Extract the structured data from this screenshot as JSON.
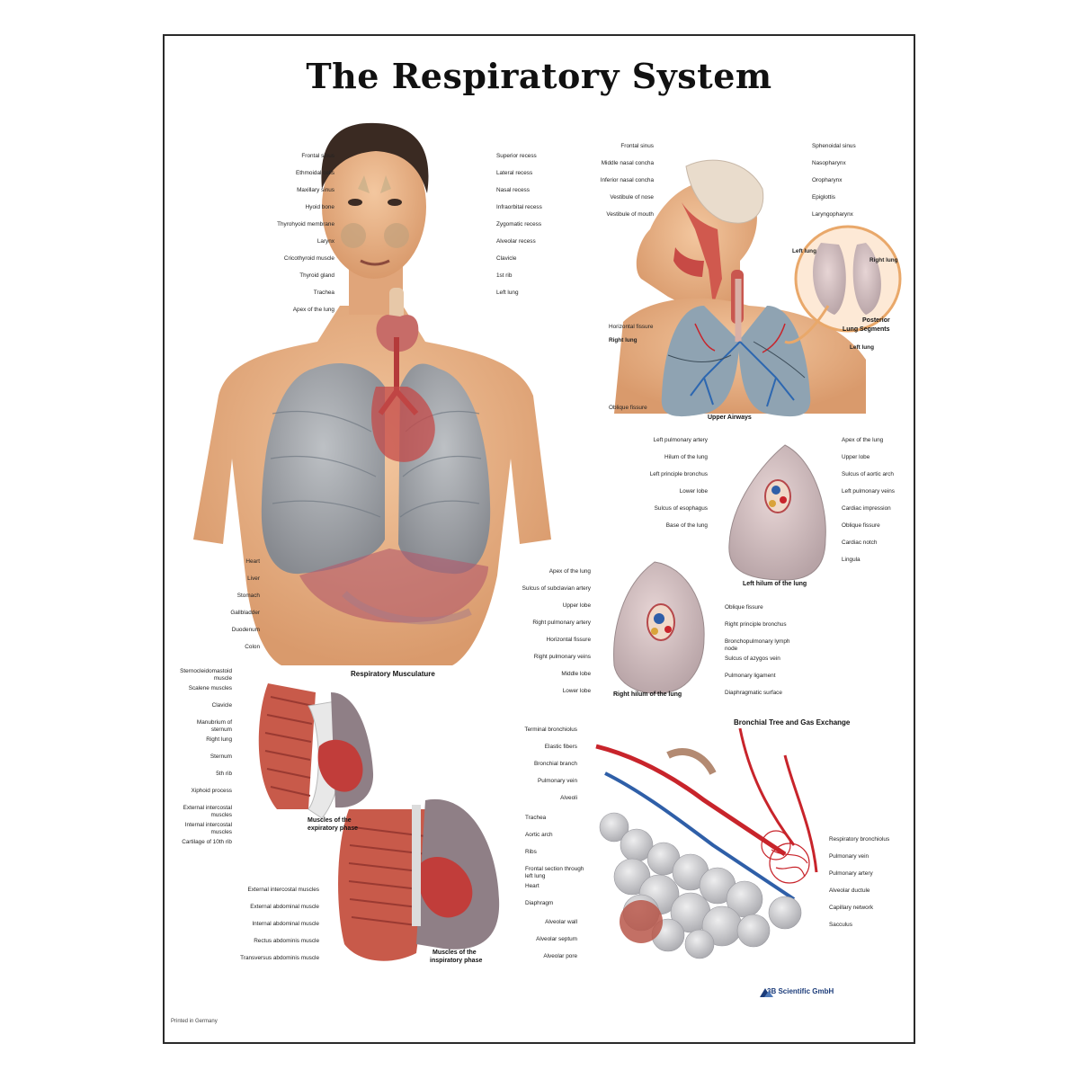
{
  "title": "The Respiratory System",
  "torso_labels_left": [
    "Frontal sinus",
    "Ethmoidal cells",
    "Maxillary sinus",
    "Hyoid bone",
    "Thyrohyoid membrane",
    "Larynx",
    "Cricothyroid muscle",
    "Thyroid gland",
    "Trachea",
    "Apex of the lung"
  ],
  "torso_labels_right": [
    "Superior recess",
    "Lateral recess",
    "Nasal recess",
    "Infraorbital recess",
    "Zygomatic recess",
    "Alveolar recess",
    "Clavicle",
    "1st rib",
    "Left lung"
  ],
  "abdomen_labels": [
    "Heart",
    "Liver",
    "Stomach",
    "Gallbladder",
    "Duodenum",
    "Colon"
  ],
  "airway_labels_left": [
    "Frontal sinus",
    "Middle nasal concha",
    "Inferior nasal concha",
    "Vestibule of nose",
    "Vestibule of mouth"
  ],
  "airway_labels_right": [
    "Sphenoidal sinus",
    "Nasopharynx",
    "Oropharynx",
    "Epiglottis",
    "Laryngopharynx"
  ],
  "upper_airways": {
    "caption": "Upper Airways",
    "horizontal_fissure": "Horizontal fissure",
    "oblique_fissure": "Oblique fissure",
    "right_lung": "Right lung",
    "left_lung": "Left lung"
  },
  "posterior": {
    "caption_line1": "Posterior",
    "caption_line2": "Lung Segments",
    "left_lung": "Left lung",
    "right_lung": "Right lung",
    "list_heading": "Left lung"
  },
  "left_hilum": {
    "caption": "Left hilum of the lung",
    "labels_left": [
      "Left pulmonary artery",
      "Hilum of the lung",
      "Left principle bronchus",
      "Lower lobe",
      "Sulcus of esophagus",
      "Base of the lung"
    ],
    "labels_right": [
      "Apex of the lung",
      "Upper lobe",
      "Sulcus of aortic arch",
      "Left pulmonary veins",
      "Cardiac impression",
      "Oblique fissure",
      "Cardiac notch",
      "Lingula"
    ]
  },
  "right_hilum": {
    "caption": "Right hilum of the lung",
    "labels_left": [
      "Apex of the lung",
      "Sulcus of subclavian artery",
      "Upper lobe",
      "Right pulmonary artery",
      "Horizontal fissure",
      "Right pulmonary veins",
      "Middle lobe",
      "Lower lobe"
    ],
    "labels_right": [
      "Oblique fissure",
      "Right principle bronchus",
      "Bronchopulmonary lymph",
      "node",
      "Sulcus of azygos vein",
      "Pulmonary ligament",
      "Diaphragmatic surface"
    ]
  },
  "musculature": {
    "heading": "Respiratory Musculature",
    "labels_left": [
      "Sternocleidomastoid",
      "muscle",
      "Scalene muscles",
      "Clavicle",
      "Manubrium of",
      "sternum",
      "Right lung",
      "Sternum",
      "5th rib",
      "Xiphoid process",
      "External intercostal",
      "muscles",
      "Internal intercostal",
      "muscles",
      "Cartilage of 10th rib"
    ],
    "expiratory_line1": "Muscles of the",
    "expiratory_line2": "expiratory phase",
    "inspiratory_line1": "Muscles of the",
    "inspiratory_line2": "inspiratory phase",
    "insp_labels_left": [
      "External intercostal muscles",
      "External abdominal muscle",
      "Internal abdominal muscle",
      "Rectus abdominis muscle",
      "Transversus abdominis muscle"
    ],
    "insp_labels_right": [
      "Trachea",
      "Aortic arch",
      "Ribs",
      "Frontal section through",
      "left lung",
      "Heart",
      "Diaphragm"
    ]
  },
  "bronchial": {
    "heading": "Bronchial Tree and Gas Exchange",
    "labels_left": [
      "Terminal bronchiolus",
      "Elastic fibers",
      "Bronchial branch",
      "Pulmonary vein",
      "Alveoli"
    ],
    "labels_right": [
      "Respiratory bronchiolus",
      "Pulmonary vein",
      "Pulmonary artery",
      "Alveolar ductule",
      "Capillary network",
      "Sacculus"
    ],
    "labels_bottom_left": [
      "Alveolar wall",
      "Alveolar septum",
      "Alveolar pore"
    ]
  },
  "footer": {
    "brand": "3B Scientific GmbH",
    "printed": "Printed in Germany"
  },
  "colors": {
    "skin": "#e8b48a",
    "lung": "#9aa3ad",
    "artery": "#c8242b",
    "vein": "#2f5fa8",
    "alveoli": "#c9c9cc",
    "muscle": "#c85a4a"
  }
}
